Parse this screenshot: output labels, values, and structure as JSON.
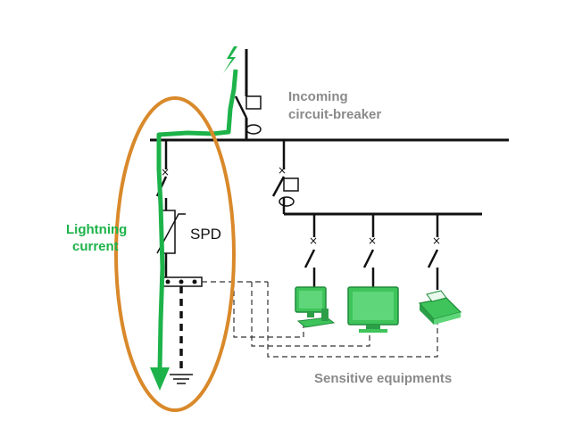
{
  "labels": {
    "incoming_line1": "Incoming",
    "incoming_line2": "circuit-breaker",
    "spd": "SPD",
    "lightning_line1": "Lightning",
    "lightning_line2": "current",
    "sensitive": "Sensitive equipments"
  },
  "colors": {
    "wire": "#111111",
    "lightning": "#1db34a",
    "highlight": "#d9892a",
    "label_grey": "#8a8a8a",
    "equipment": "#3ec45a"
  },
  "icons": [
    "lightning-bolt-icon",
    "computer-icon",
    "monitor-icon",
    "printer-icon",
    "ground-icon"
  ]
}
